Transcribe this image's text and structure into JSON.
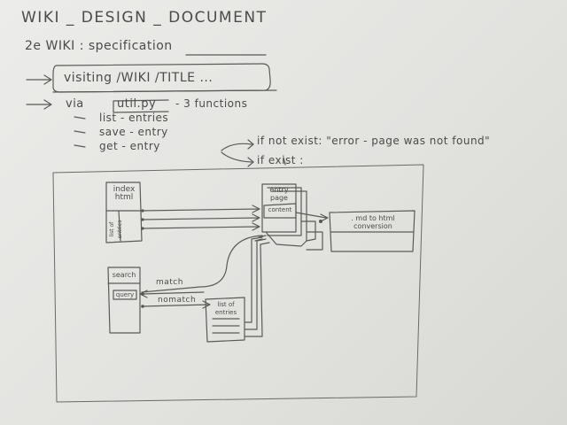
{
  "title": "WIKI _ DESIGN _ DOCUMENT",
  "spec_line": "2e  WIKI : specification",
  "visiting": "visiting /WIKI /TITLE ...",
  "via_prefix": "via",
  "via_file": "util.py",
  "via_suffix": "- 3 functions",
  "functions": [
    "list - entries",
    "save - entry",
    "get - entry"
  ],
  "cond_not_exist": "if not exist: \"error - page was not found\"",
  "cond_exist": "if exist :",
  "boxes": {
    "index_title": "index html",
    "index_side": "list of entries",
    "entry_page": "entry page",
    "content": "content",
    "md_to_html": ". md to html conversion",
    "search": "search",
    "query": "query",
    "list_entries": "list of entries"
  },
  "edges": {
    "match": "match",
    "nomatch": "nomatch"
  }
}
